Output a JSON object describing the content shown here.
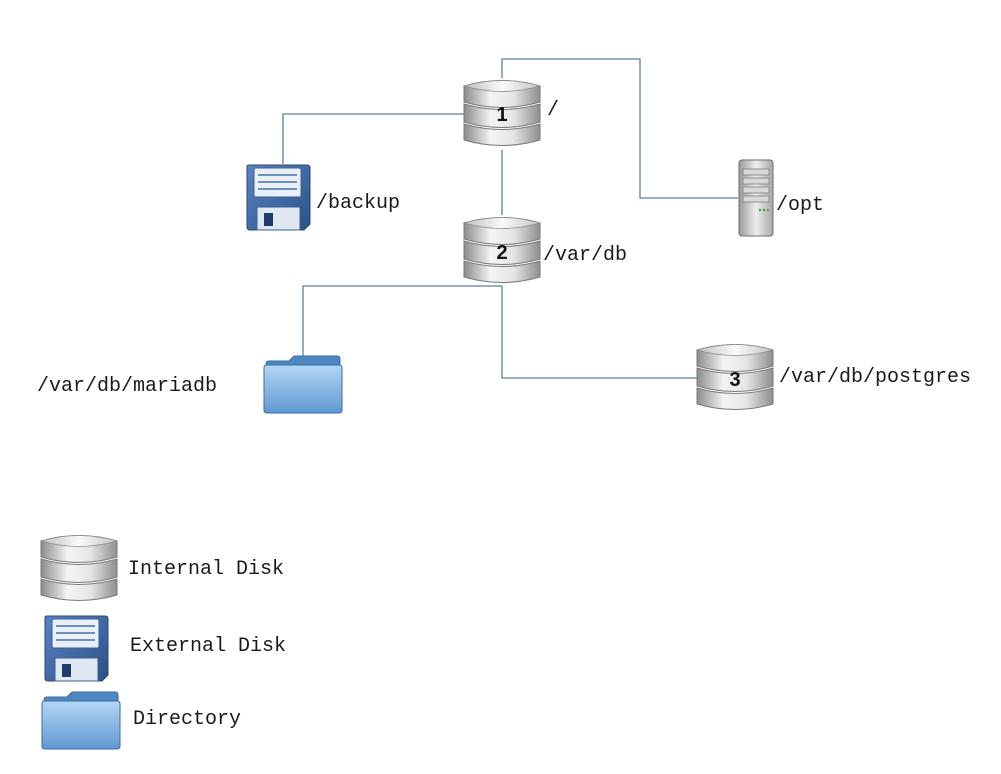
{
  "colors": {
    "connector": "#5b7fa6",
    "disk_light": "#f2f2f2",
    "disk_dark": "#8e8e8e",
    "floppy_body": "#3f67a3",
    "folder": "#7fb2e3"
  },
  "nodes": {
    "root": {
      "number": "1",
      "label": "/",
      "icon": "internal-disk-icon"
    },
    "vardb": {
      "number": "2",
      "label": "/var/db",
      "icon": "internal-disk-icon"
    },
    "postgres": {
      "number": "3",
      "label": "/var/db/postgres",
      "icon": "internal-disk-icon"
    },
    "backup": {
      "label": "/backup",
      "icon": "floppy-disk-icon"
    },
    "opt": {
      "label": "/opt",
      "icon": "server-tower-icon"
    },
    "mariadb": {
      "label": "/var/db/mariadb",
      "icon": "folder-icon"
    }
  },
  "edges": [
    {
      "from": "root",
      "to": "backup"
    },
    {
      "from": "root",
      "to": "opt"
    },
    {
      "from": "root",
      "to": "vardb"
    },
    {
      "from": "vardb",
      "to": "mariadb"
    },
    {
      "from": "vardb",
      "to": "postgres"
    }
  ],
  "legend": [
    {
      "icon": "internal-disk-icon",
      "label": "Internal Disk"
    },
    {
      "icon": "floppy-disk-icon",
      "label": "External Disk"
    },
    {
      "icon": "folder-icon",
      "label": "Directory"
    }
  ]
}
